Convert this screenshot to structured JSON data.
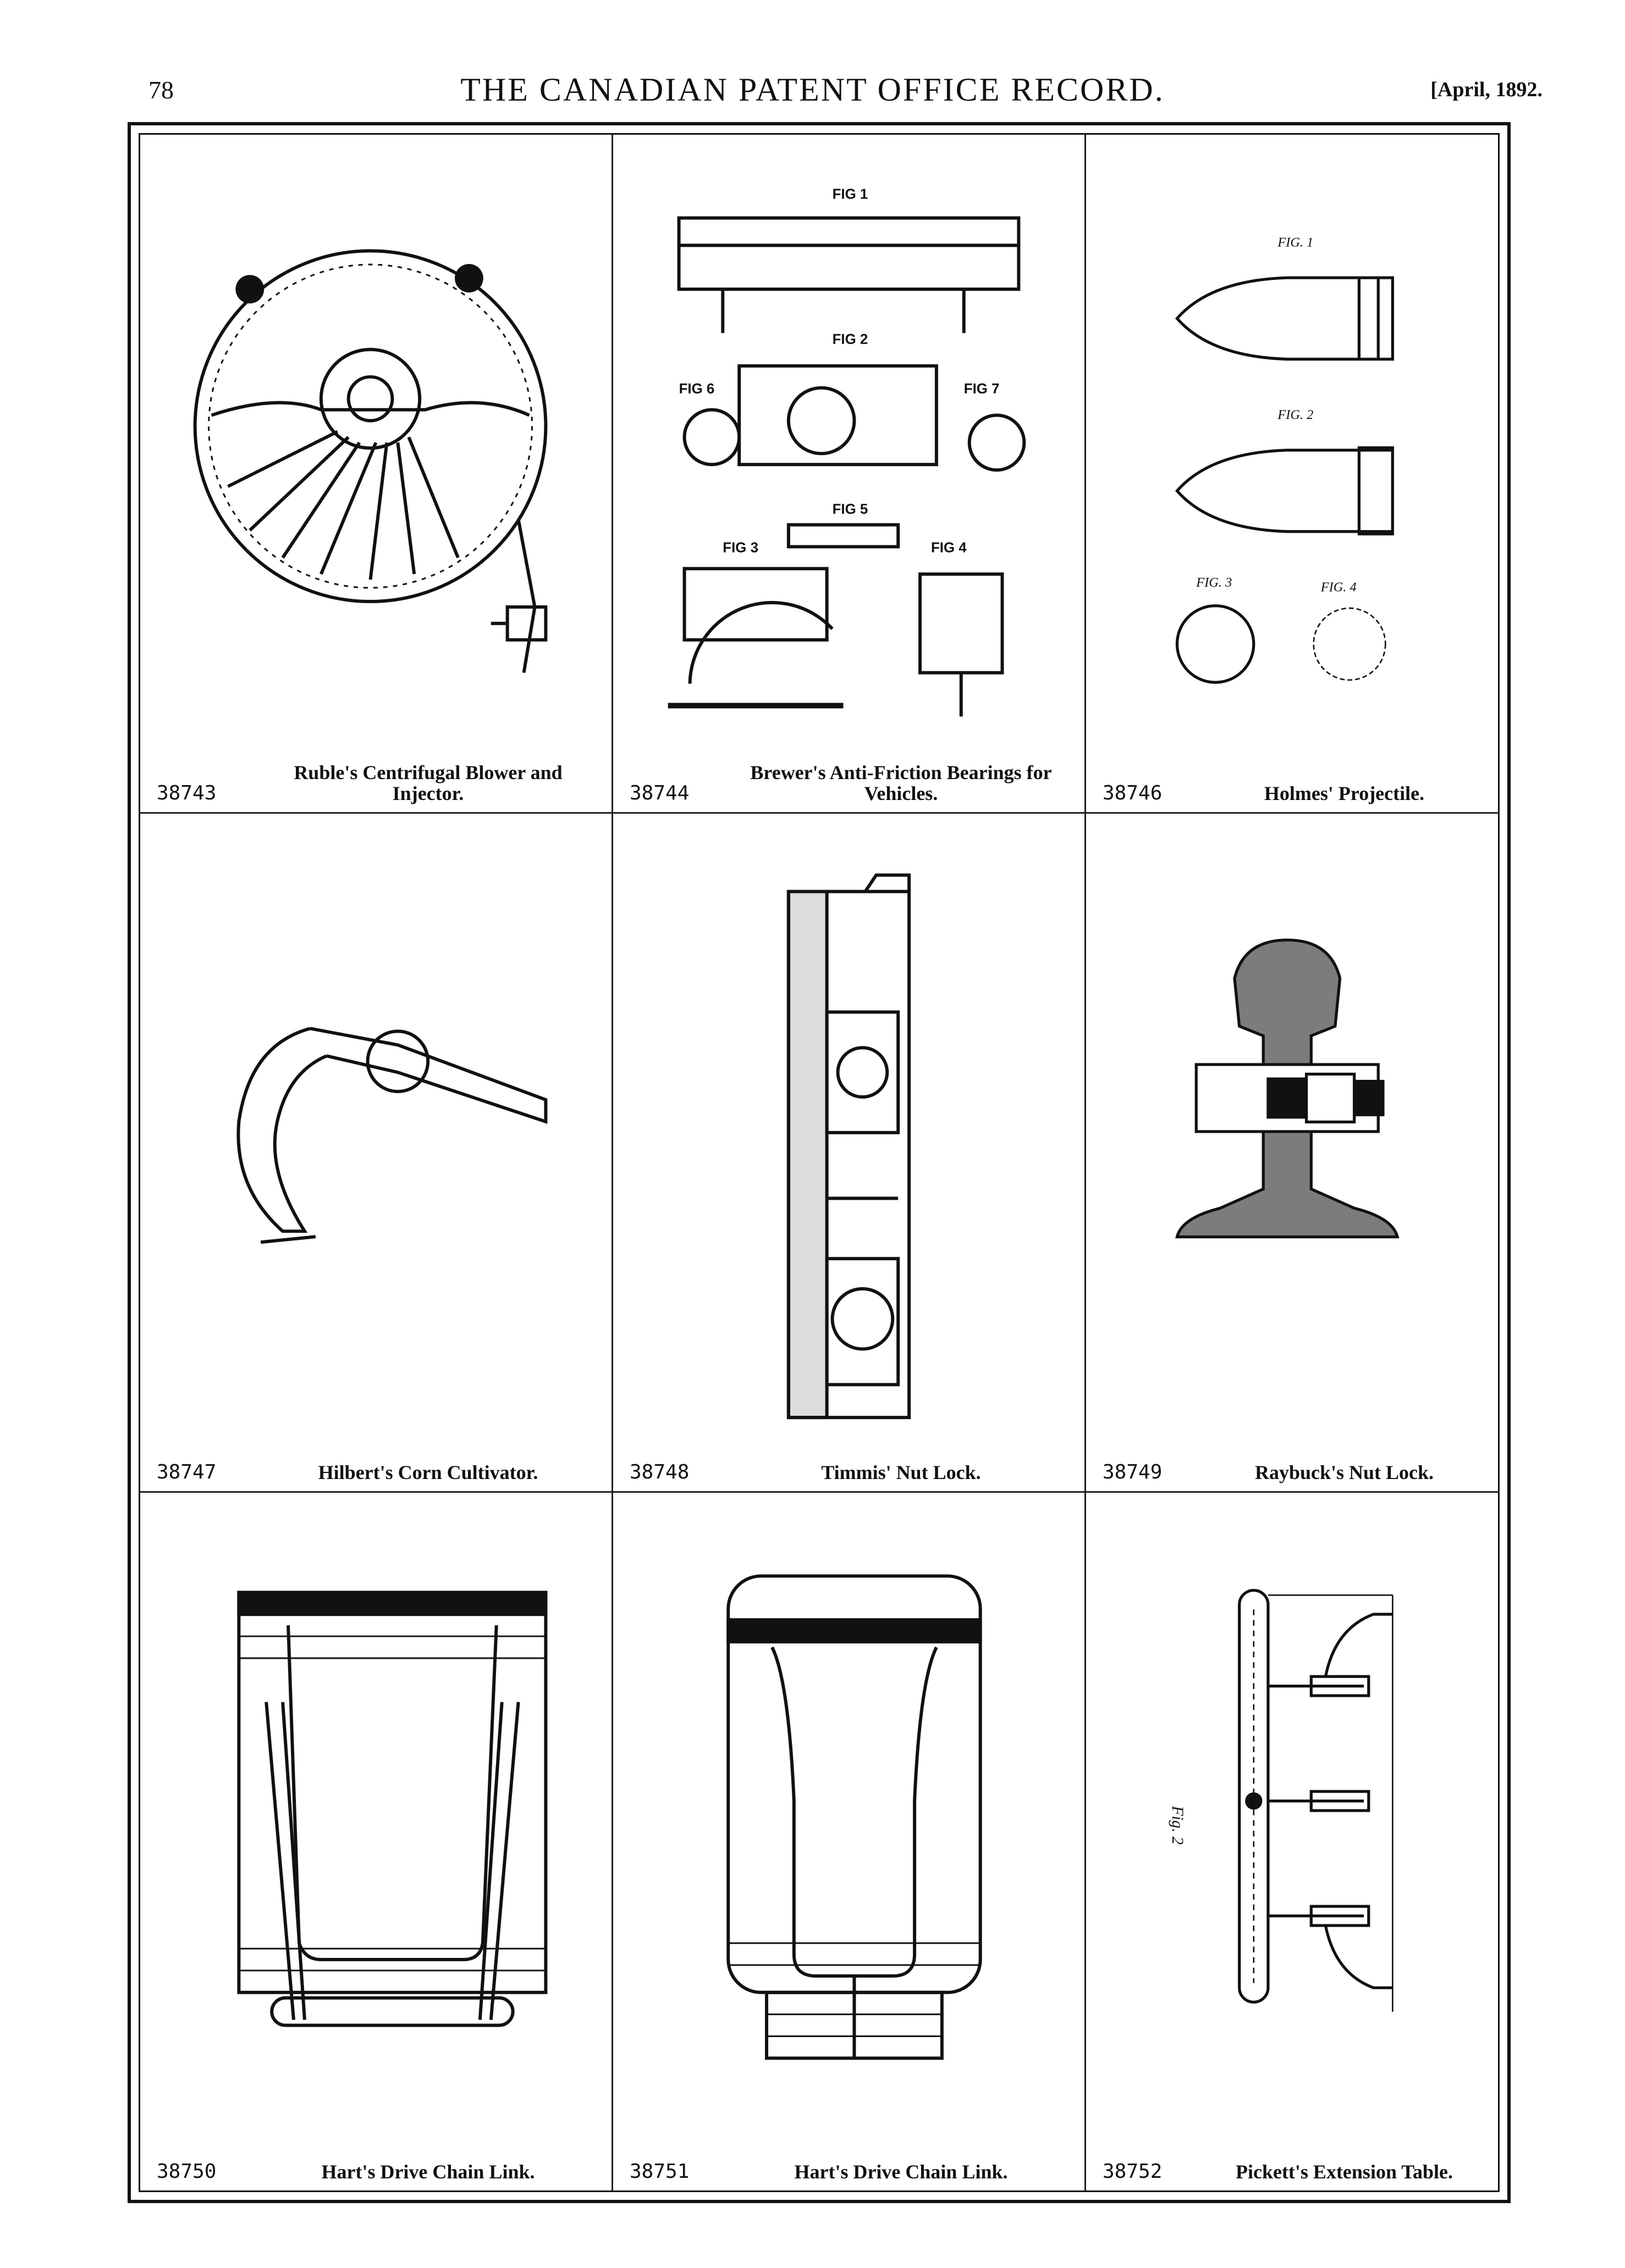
{
  "header": {
    "page_number": "78",
    "title": "THE CANADIAN PATENT OFFICE RECORD.",
    "date": "[April, 1892."
  },
  "patents": [
    {
      "number": "38743",
      "title": "Ruble's Centrifugal Blower and Injector."
    },
    {
      "number": "38744",
      "title": "Brewer's Anti-Friction Bearings for Vehicles.",
      "fig_labels": [
        "FIG 1",
        "FIG 2",
        "FIG 3",
        "FIG 4",
        "FIG 5",
        "FIG 6",
        "FIG 7"
      ]
    },
    {
      "number": "38746",
      "title": "Holmes' Projectile.",
      "fig_labels": [
        "FIG. 1",
        "FIG. 2",
        "FIG. 3",
        "FIG. 4"
      ]
    },
    {
      "number": "38747",
      "title": "Hilbert's Corn Cultivator."
    },
    {
      "number": "38748",
      "title": "Timmis' Nut Lock."
    },
    {
      "number": "38749",
      "title": "Raybuck's Nut Lock."
    },
    {
      "number": "38750",
      "title": "Hart's Drive Chain Link."
    },
    {
      "number": "38751",
      "title": "Hart's Drive Chain Link."
    },
    {
      "number": "38752",
      "title": "Pickett's Extension Table.",
      "fig_labels": [
        "Fig. 2"
      ]
    }
  ]
}
